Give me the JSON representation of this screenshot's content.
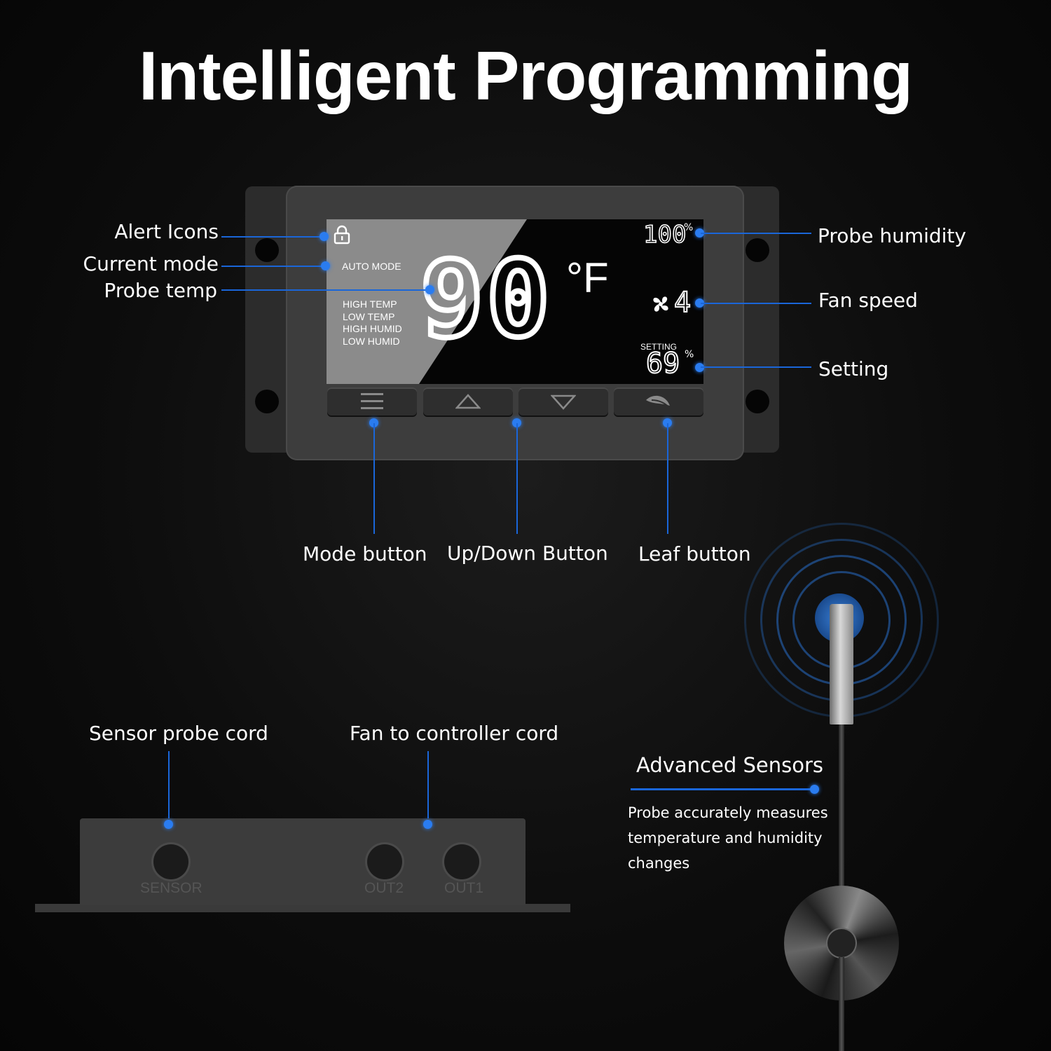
{
  "title": "Intelligent Programming",
  "callouts_left": {
    "alert_icons": "Alert Icons",
    "current_mode": "Current mode",
    "probe_temp": "Probe temp"
  },
  "callouts_right": {
    "probe_humidity": "Probe humidity",
    "fan_speed": "Fan speed",
    "setting": "Setting"
  },
  "callouts_bottom": {
    "mode_button": "Mode button",
    "up_down_button": "Up/Down Button",
    "leaf_button": "Leaf button"
  },
  "display": {
    "mode": "AUTO MODE",
    "alerts": [
      "HIGH TEMP",
      "LOW TEMP",
      "HIGH HUMID",
      "LOW HUMID"
    ],
    "temperature": "90",
    "temp_unit": "°F",
    "humidity": "100",
    "percent": "%",
    "fan_speed": "4",
    "setting_label": "SETTING",
    "setting_value": "69"
  },
  "ports": {
    "sensor_cord": "Sensor probe cord",
    "fan_cord": "Fan to controller cord",
    "port_labels": [
      "SENSOR",
      "OUT2",
      "OUT1"
    ]
  },
  "sensor": {
    "heading": "Advanced Sensors",
    "description_lines": [
      "Probe accurately measures",
      "temperature and humidity",
      "changes"
    ]
  },
  "colors": {
    "accent": "#1a66d9",
    "background": "#0d0d0d"
  },
  "icons": [
    "lock-icon",
    "fan-icon",
    "menu-icon",
    "up-triangle-icon",
    "down-triangle-icon",
    "leaf-icon"
  ]
}
